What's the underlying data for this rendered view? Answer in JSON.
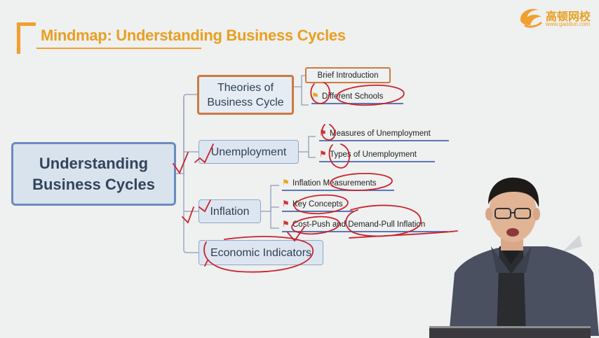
{
  "header": {
    "title": "Mindmap: Understanding Business Cycles",
    "logo_cn": "高顿网校",
    "logo_url": "www.gaodun.com"
  },
  "mindmap": {
    "root": "Understanding Business Cycles",
    "branches": [
      {
        "label": "Theories of Business Cycle",
        "children": [
          "Brief Introduction",
          "Different Schools"
        ]
      },
      {
        "label": "Unemployment",
        "children": [
          "Measures of Unemployment",
          "Types of Unemployment"
        ]
      },
      {
        "label": "Inflation",
        "children": [
          "Inflation Measurements",
          "Key Concepts",
          "Cost-Push and Demand-Pull Inflation"
        ]
      },
      {
        "label": "Economic Indicators",
        "children": []
      }
    ]
  },
  "colors": {
    "accent": "#f0a030",
    "node_fill": "#dde6f0",
    "node_border": "#8fa8c8",
    "highlight_border": "#cc7a3e",
    "annotation": "#c8242c",
    "flag_red": "#d13434",
    "flag_yellow": "#e0a81c"
  },
  "icons": {
    "flag": "flag-icon"
  }
}
